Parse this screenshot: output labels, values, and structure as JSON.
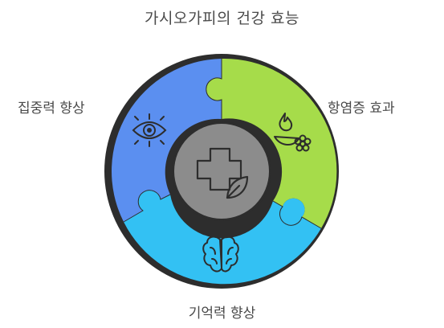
{
  "title": "가시오가피의 건강 효능",
  "segments": [
    {
      "id": "focus",
      "label": "집중력 향상",
      "icon": "eye-target-icon",
      "color": "#5b8ff0"
    },
    {
      "id": "anti_inflammatory",
      "label": "항염증 효과",
      "icon": "flame-and-flower-icon",
      "color": "#a6dc4a"
    },
    {
      "id": "memory",
      "label": "기억력 향상",
      "icon": "brain-icon",
      "color": "#33c1f3"
    }
  ],
  "center": {
    "icon": "medical-cross-leaf-icon",
    "color": "#8c8c8c"
  }
}
